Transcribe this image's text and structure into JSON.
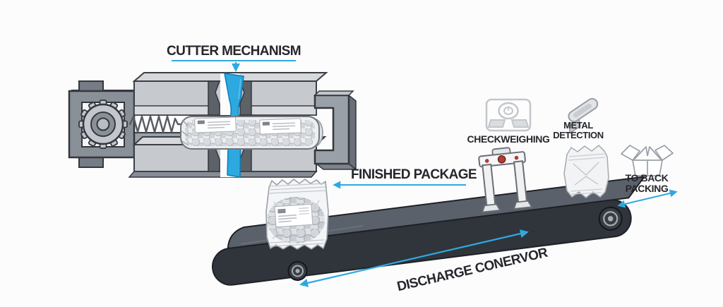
{
  "diagram_title": "packaging line process diagram",
  "colors": {
    "background": "#fcfcfd",
    "accent": "#2ea9e0",
    "machine_light": "#c9ccd1",
    "machine_mid": "#9aa0a8",
    "machine_dark": "#5d6269",
    "belt_top": "#5a616b",
    "belt_front": "#30343b",
    "text": "#26262c",
    "alert_red": "#b23b32"
  },
  "labels": {
    "cutter_mechanism": "CUTTER MECHANISM",
    "finished_package": "FINISHED PACKAGE",
    "checkweighing": "CHECKWEIGHING",
    "metal_detection_line1": "METAL",
    "metal_detection_line2": "DETECTION",
    "to_back_packing_line1": "TO BACK",
    "to_back_packing_line2": "PACKING",
    "discharge_conveyor": "DISCHARGE CONERVOR"
  },
  "icons": {
    "checkweighing_icon": "weighing-scale",
    "metal_detection_icon": "handheld-metal-detector",
    "to_back_packing_icon": "open-carton-box",
    "cutter_icon": "blue-cutter-blade",
    "drive_icon": "gear-and-spring",
    "conveyor_icon": "belt-conveyor"
  }
}
